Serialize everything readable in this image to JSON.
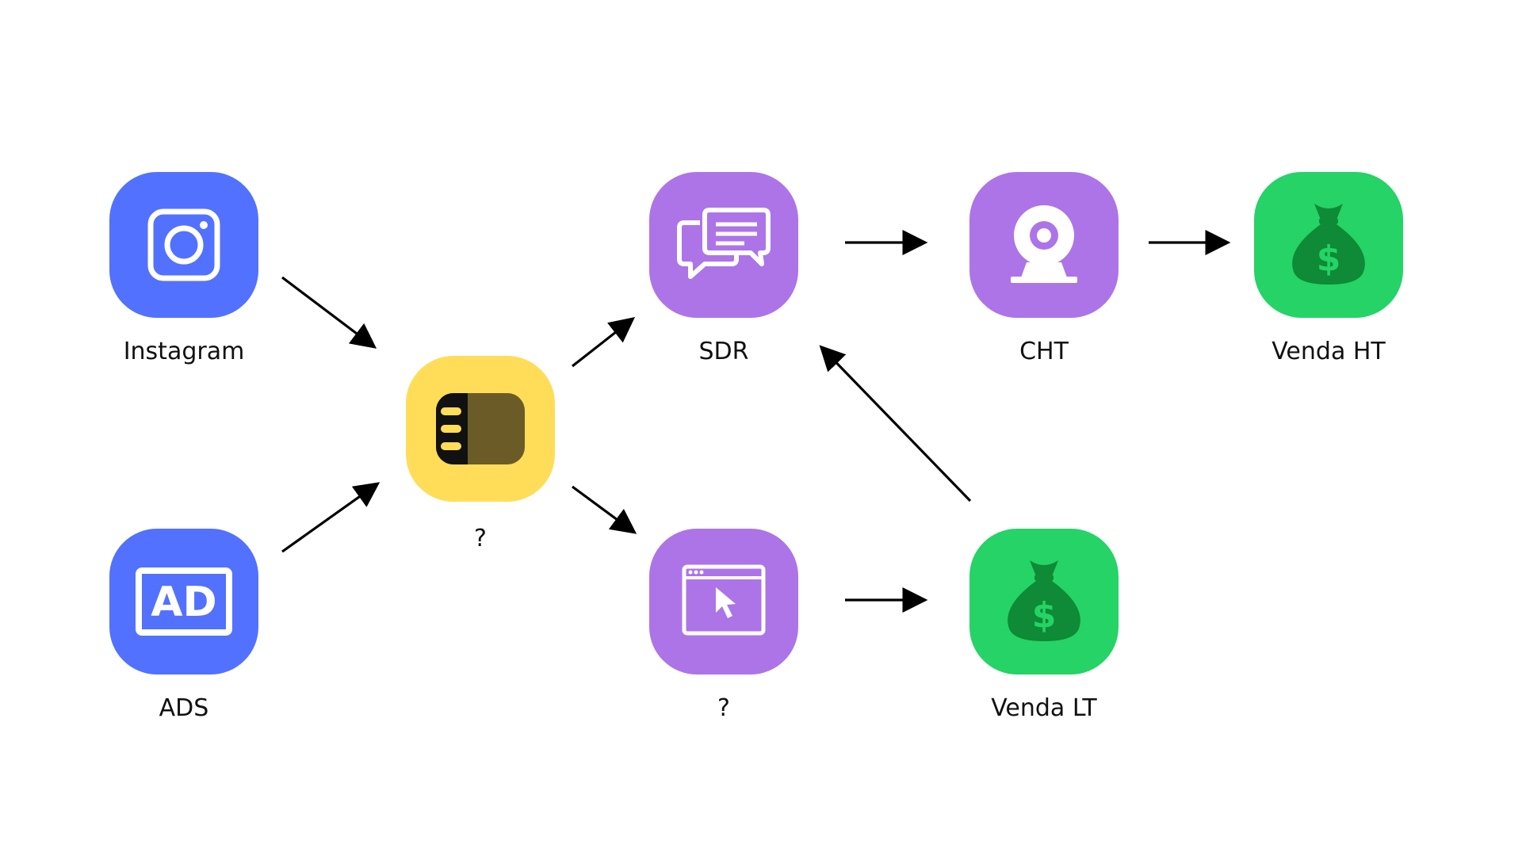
{
  "colors": {
    "blue": "#5371ff",
    "purple": "#ad74e8",
    "yellow": "#ffdd59",
    "green": "#25d366",
    "dark_green": "#0f8a36",
    "arrow": "#000000"
  },
  "nodes": [
    {
      "id": "instagram",
      "label": "Instagram",
      "color": "blue",
      "icon": "instagram-icon"
    },
    {
      "id": "ads",
      "label": "ADS",
      "color": "blue",
      "icon": "ad-icon"
    },
    {
      "id": "crm",
      "label": "?",
      "color": "yellow",
      "icon": "crm-panel-icon"
    },
    {
      "id": "sdr",
      "label": "SDR",
      "color": "purple",
      "icon": "chat-bubbles-icon"
    },
    {
      "id": "landing",
      "label": "?",
      "color": "purple",
      "icon": "browser-cursor-icon"
    },
    {
      "id": "cht",
      "label": "CHT",
      "color": "purple",
      "icon": "webcam-icon"
    },
    {
      "id": "venda_lt",
      "label": "Venda LT",
      "color": "green",
      "icon": "money-bag-icon"
    },
    {
      "id": "venda_ht",
      "label": "Venda HT",
      "color": "green",
      "icon": "money-bag-icon"
    }
  ],
  "edges": [
    {
      "from": "instagram",
      "to": "crm"
    },
    {
      "from": "ads",
      "to": "crm"
    },
    {
      "from": "crm",
      "to": "sdr"
    },
    {
      "from": "crm",
      "to": "landing"
    },
    {
      "from": "sdr",
      "to": "cht"
    },
    {
      "from": "cht",
      "to": "venda_ht"
    },
    {
      "from": "landing",
      "to": "venda_lt"
    },
    {
      "from": "venda_lt",
      "to": "sdr"
    }
  ]
}
